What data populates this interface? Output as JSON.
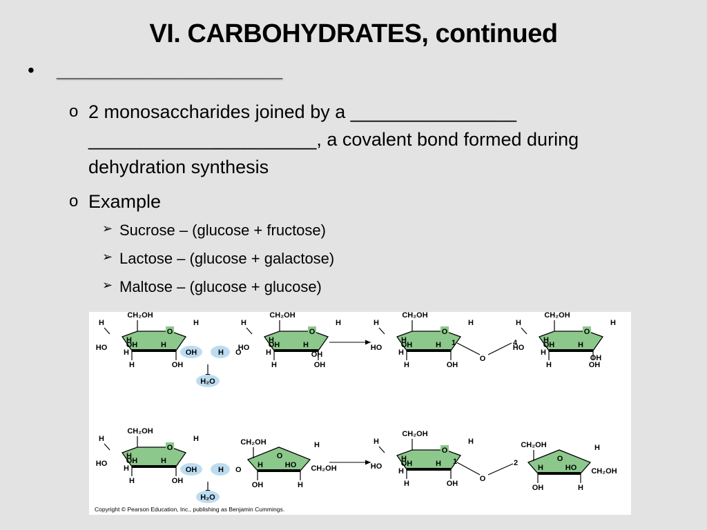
{
  "slide": {
    "title": "VI.  CARBOHYDRATES, continued",
    "bullet_blank": "_____________________",
    "sub_bullets": [
      {
        "marker": "o",
        "line1": "2 monosaccharides joined by a ________________",
        "line2": "______________________, a covalent bond formed during",
        "line3": "dehydration synthesis"
      },
      {
        "marker": "o",
        "line1": "Example"
      }
    ],
    "examples": [
      {
        "marker": "➢",
        "text": "Sucrose – (glucose + fructose)"
      },
      {
        "marker": "➢",
        "text": "Lactose – (glucose + galactose)"
      },
      {
        "marker": "➢",
        "text": "Maltose – (glucose + glucose)"
      }
    ]
  },
  "figure": {
    "copyright": "Copyright © Pearson Education, Inc., publishing as Benjamin Cummings.",
    "labels": {
      "ch2oh": "CH₂OH",
      "h": "H",
      "oh": "OH",
      "ho": "HO",
      "o": "O",
      "h2o": "H₂O",
      "n1": "1",
      "n2": "2",
      "n4": "4"
    },
    "colors": {
      "ring_fill": "#8cc88c",
      "highlight": "#bcdcf0",
      "background": "#ffffff"
    }
  }
}
